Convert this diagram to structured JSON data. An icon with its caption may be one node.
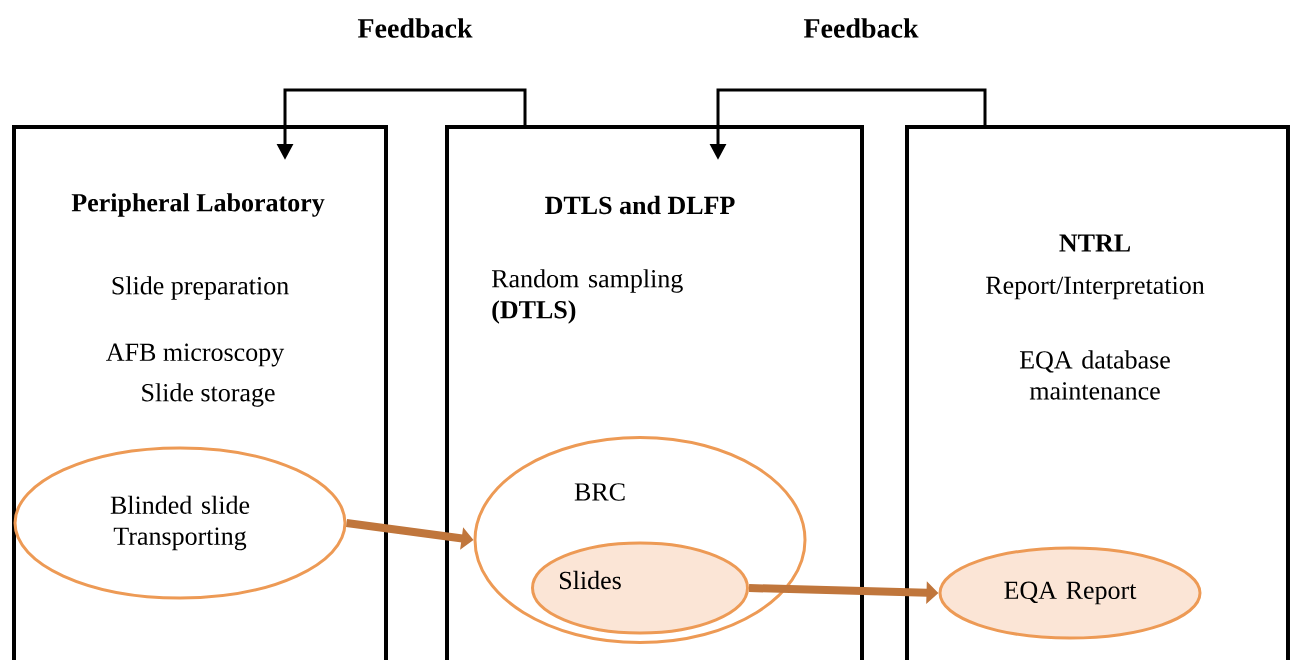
{
  "diagram": {
    "nodes": [
      {
        "text": [
          "Peripheral Laboratory",
          "Slide preparation",
          "AFB microscopy",
          "Slide storage"
        ]
      },
      {
        "text": [
          "DTLS and DLFP",
          "Random sampling **(DTLS)**"
        ]
      },
      {
        "text": [
          "NTRL",
          "Report/Interpretation",
          "EQA database maintenance"
        ]
      },
      {
        "text": [
          "Blinded slide Transporting"
        ],
        "in": 0
      },
      {
        "text": [
          "BRC"
        ],
        "in": 1
      },
      {
        "text": [
          "Slides"
        ],
        "in": 4
      },
      {
        "text": [
          "EQA Report"
        ],
        "in": 2
      }
    ],
    "edges": [
      {
        "from": 1,
        "to": 0,
        "arrow": "to",
        "label": "Feedback"
      },
      {
        "from": 2,
        "to": 1,
        "arrow": "to",
        "label": "Feedback"
      },
      {
        "from": 3,
        "to": 4,
        "arrow": "to",
        "style": "thick",
        "color": "#c0763c"
      },
      {
        "from": 5,
        "to": 6,
        "arrow": "to",
        "style": "thick",
        "color": "#c0763c"
      }
    ]
  }
}
